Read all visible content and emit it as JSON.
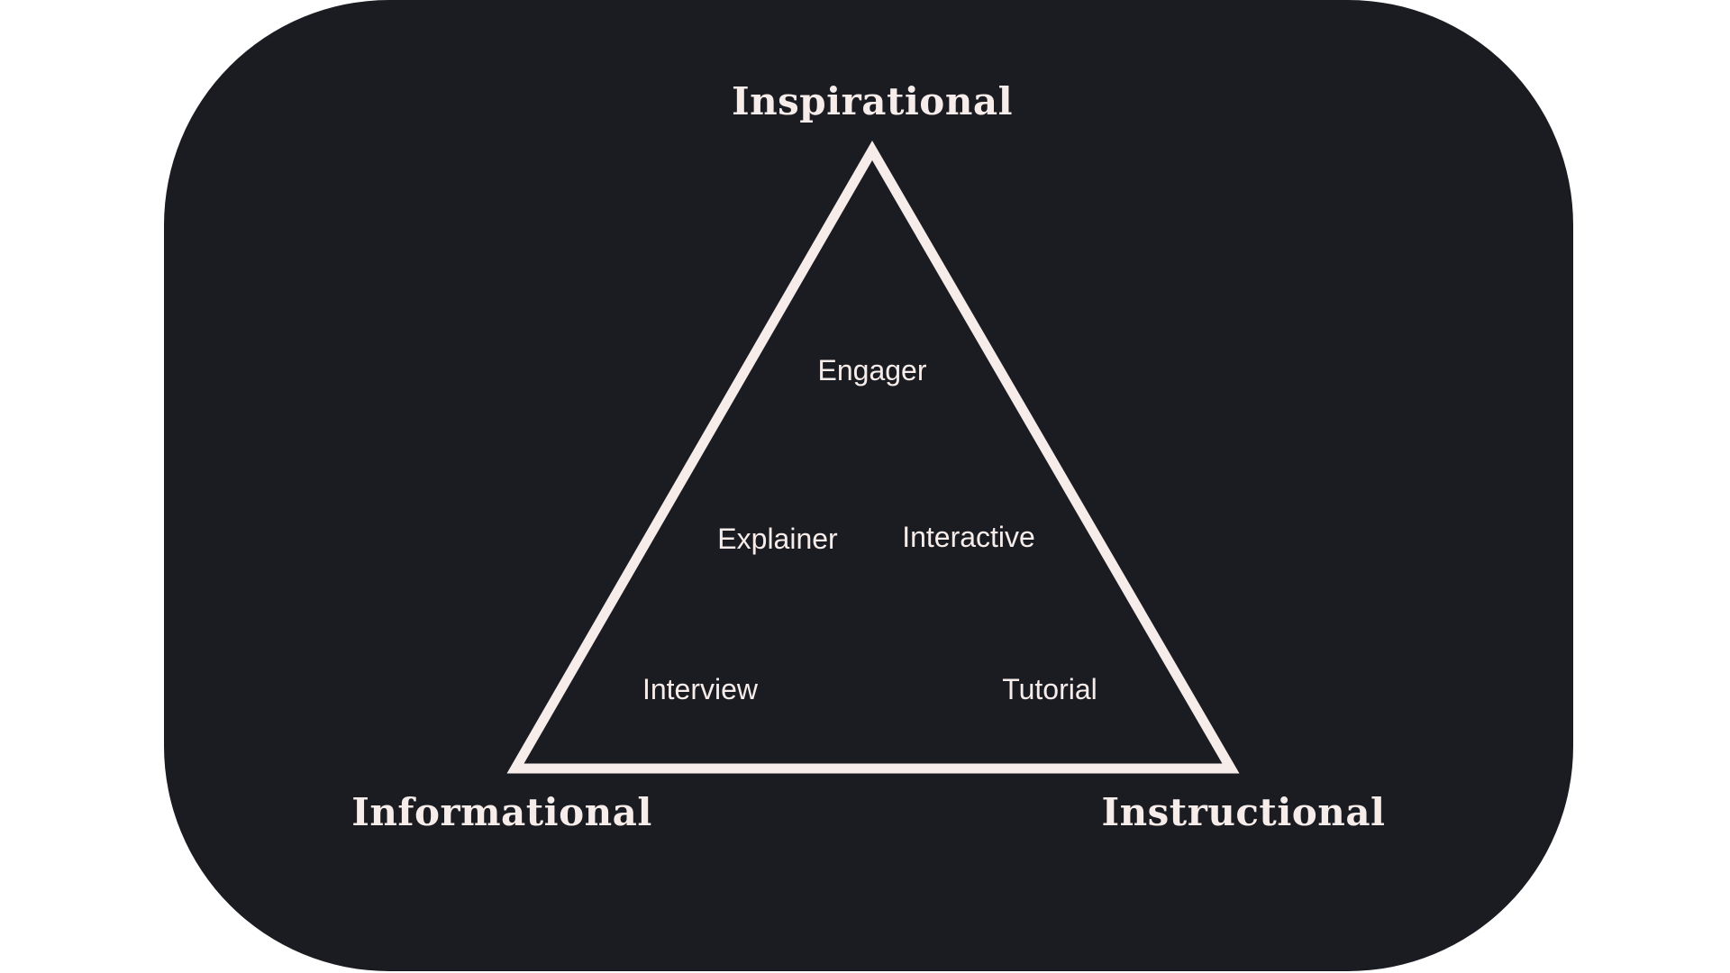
{
  "colors": {
    "page_background": "#ffffff",
    "panel_background": "#1b1c21",
    "line_and_text": "#f6ecea"
  },
  "corners": {
    "top": "Inspirational",
    "bottom_left": "Informational",
    "bottom_right": "Instructional"
  },
  "types": {
    "engager": "Engager",
    "explainer": "Explainer",
    "interactive": "Interactive",
    "interview": "Interview",
    "tutorial": "Tutorial"
  }
}
